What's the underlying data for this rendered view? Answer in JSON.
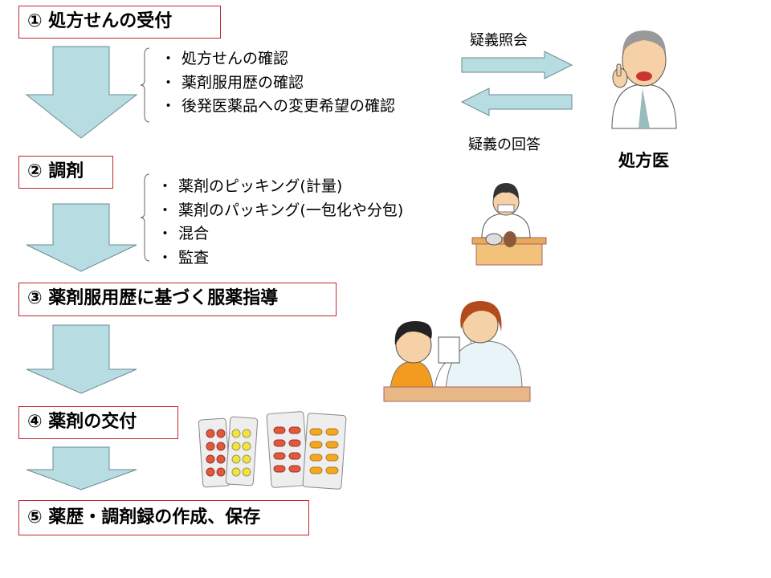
{
  "steps": [
    {
      "label": "① 処方せんの受付",
      "items": [
        "処方せんの確認",
        "薬剤服用歴の確認",
        "後発医薬品への変更希望の確認"
      ]
    },
    {
      "label": "② 調剤",
      "items": [
        "薬剤のピッキング(計量)",
        "薬剤のパッキング(一包化や分包)",
        "混合",
        "監査"
      ]
    },
    {
      "label": "③ 薬剤服用歴に基づく服薬指導"
    },
    {
      "label": "④ 薬剤の交付"
    },
    {
      "label": "⑤ 薬歴・調剤録の作成、保存"
    }
  ],
  "doctor": {
    "inquiry_label": "疑義照会",
    "answer_label": "疑義の回答",
    "title": "処方医"
  },
  "colors": {
    "arrow_fill": "#b7dde2",
    "arrow_stroke": "#6a8a90",
    "box_border": "#c0262d"
  }
}
